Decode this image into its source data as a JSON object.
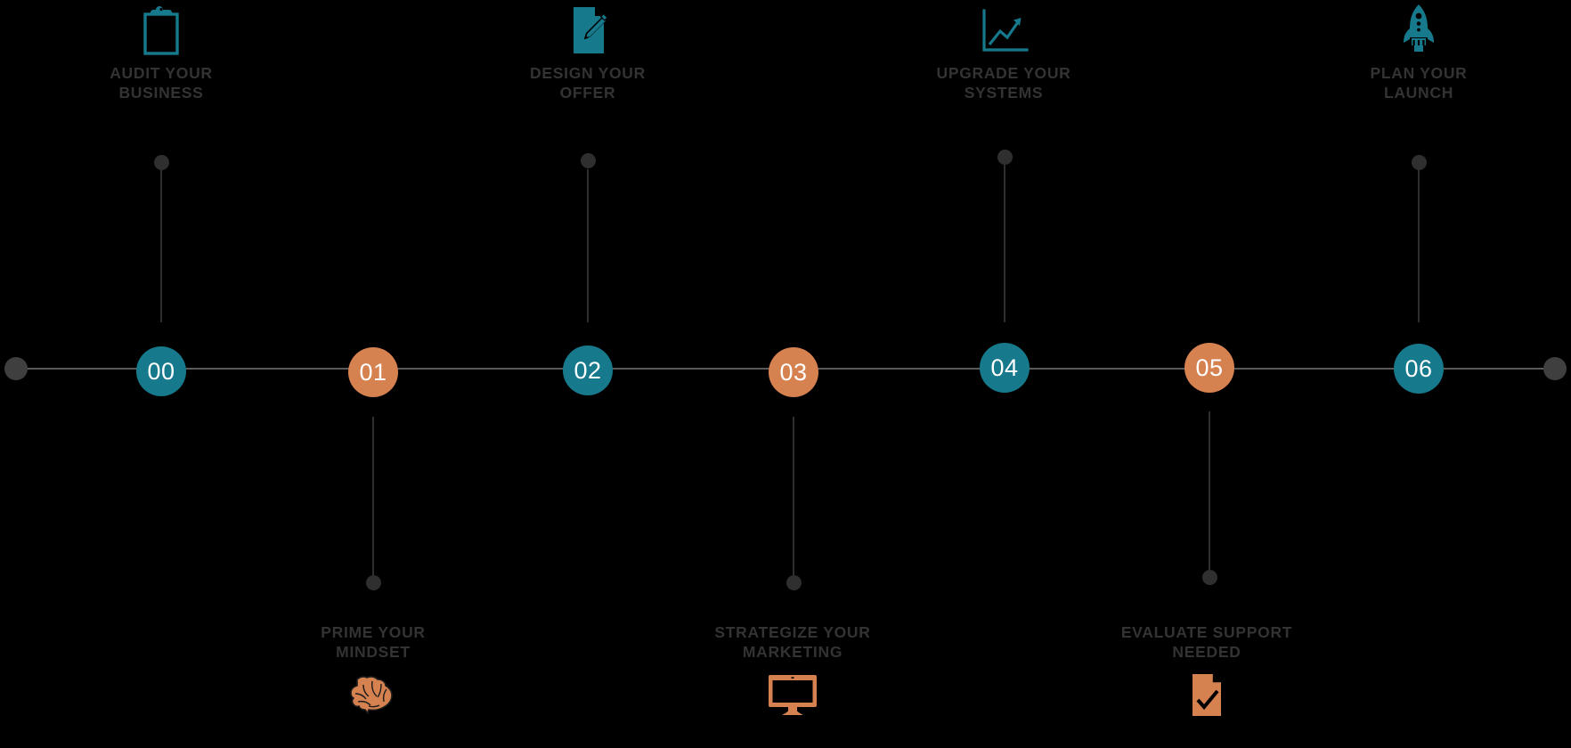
{
  "diagram": {
    "title": "Business Roadmap Timeline",
    "background_color": "#000000",
    "accent_teal": "#16798c",
    "accent_orange": "#d58250",
    "label_color": "#333333",
    "rail_color": "#5a5a5a"
  },
  "timeline": {
    "start_cap": "start-dot",
    "end_cap": "end-dot",
    "nodes": [
      {
        "number": "00",
        "color": "teal",
        "side": "top"
      },
      {
        "number": "01",
        "color": "orange",
        "side": "bottom"
      },
      {
        "number": "02",
        "color": "teal",
        "side": "top"
      },
      {
        "number": "03",
        "color": "orange",
        "side": "bottom"
      },
      {
        "number": "04",
        "color": "teal",
        "side": "top"
      },
      {
        "number": "05",
        "color": "orange",
        "side": "bottom"
      },
      {
        "number": "06",
        "color": "teal",
        "side": "top"
      }
    ]
  },
  "milestones": {
    "top": [
      {
        "step": "00",
        "label": "AUDIT YOUR\nBUSINESS",
        "icon": "clipboard-icon",
        "icon_color": "#16798c"
      },
      {
        "step": "02",
        "label": "DESIGN YOUR\nOFFER",
        "icon": "document-pencil-icon",
        "icon_color": "#16798c"
      },
      {
        "step": "04",
        "label": "UPGRADE YOUR\nSYSTEMS",
        "icon": "growth-chart-icon",
        "icon_color": "#16798c"
      },
      {
        "step": "06",
        "label": "PLAN YOUR\nLAUNCH",
        "icon": "rocket-icon",
        "icon_color": "#16798c"
      }
    ],
    "bottom": [
      {
        "step": "01",
        "label": "PRIME YOUR\nMINDSET",
        "icon": "brain-icon",
        "icon_color": "#d58250"
      },
      {
        "step": "03",
        "label": "STRATEGIZE YOUR\nMARKETING",
        "icon": "monitor-icon",
        "icon_color": "#d58250"
      },
      {
        "step": "05",
        "label": "EVALUATE SUPPORT\nNEEDED",
        "icon": "document-check-icon",
        "icon_color": "#d58250"
      }
    ]
  }
}
